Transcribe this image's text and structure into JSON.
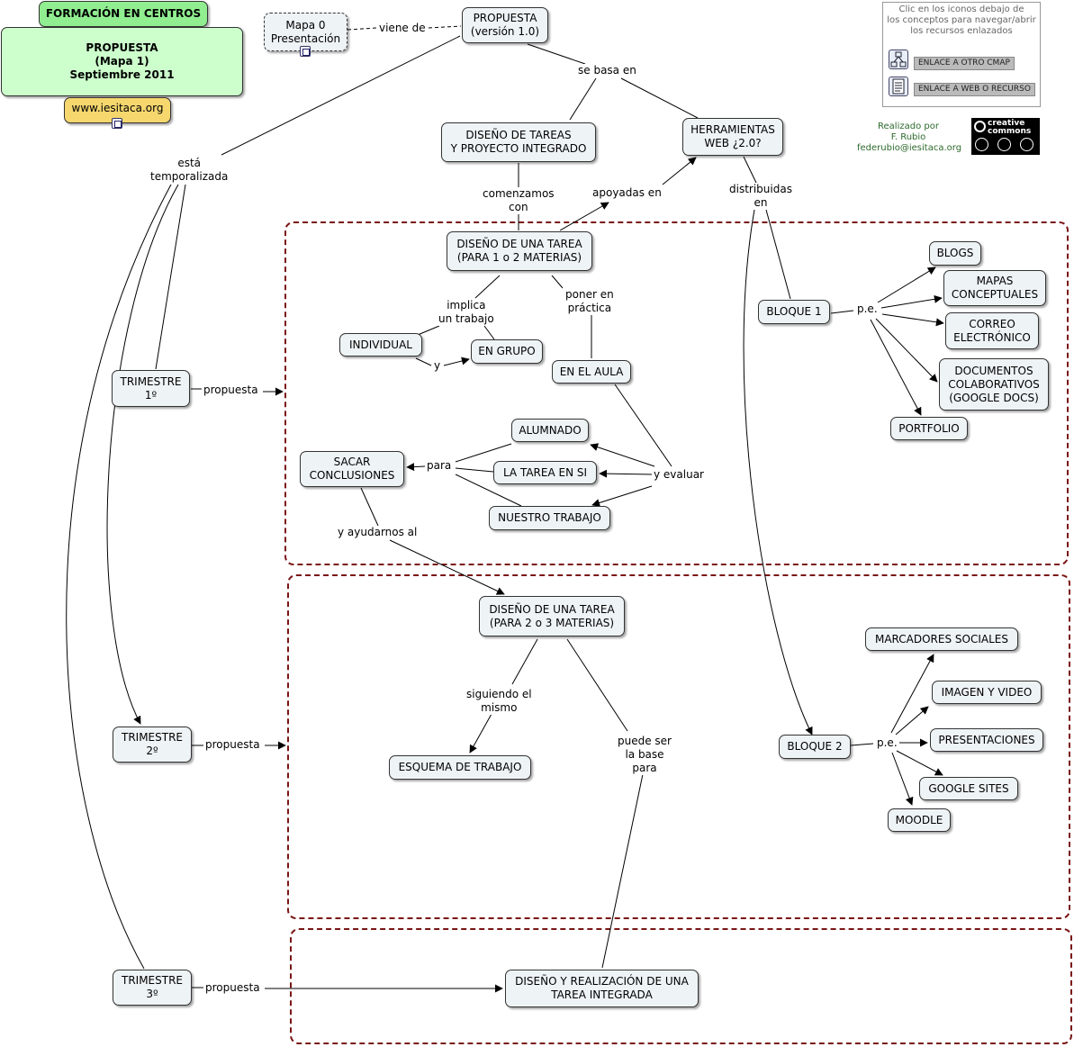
{
  "colors": {
    "region_border": "#7a1515",
    "node_fill": "#eef3f5",
    "title_fill": "#90ee90",
    "header_fill": "#ccffcc",
    "web_fill": "#f5d76e"
  },
  "header": {
    "title": "FORMACIÓN EN CENTROS",
    "proposal": "PROPUESTA\n(Mapa 1)\nSeptiembre 2011",
    "website": "www.iesitaca.org"
  },
  "legend": {
    "instructions": "Clic en los iconos debajo de\nlos conceptos para navegar/abrir\nlos recursos enlazados",
    "link_cmap": "ENLACE A OTRO CMAP",
    "link_web": "ENLACE A WEB O RECURSO",
    "icon_cmap": "cmap-link-icon",
    "icon_web": "web-resource-icon"
  },
  "credit": {
    "text": "Realizado por\nF. Rubio\nfederubio@iesitaca.org",
    "license": "creative\ncommons"
  },
  "nodes": {
    "mapa0": "Mapa 0\nPresentación",
    "propuesta": "PROPUESTA\n(versión 1.0)",
    "diseno_tareas": "DISEÑO DE TAREAS\nY PROYECTO INTEGRADO",
    "herramientas": "HERRAMIENTAS\nWEB ¿2.0?",
    "tarea12": "DISEÑO DE UNA TAREA\n(PARA 1 o 2 MATERIAS)",
    "individual": "INDIVIDUAL",
    "en_grupo": "EN GRUPO",
    "en_el_aula": "EN EL AULA",
    "alumnado": "ALUMNADO",
    "tarea_en_si": "LA TAREA EN SI",
    "nuestro_trabajo": "NUESTRO TRABAJO",
    "sacar": "SACAR\nCONCLUSIONES",
    "trimestre1": "TRIMESTRE\n1º",
    "trimestre2": "TRIMESTRE\n2º",
    "trimestre3": "TRIMESTRE\n3º",
    "bloque1": "BLOQUE 1",
    "blogs": "BLOGS",
    "mapas": "MAPAS\nCONCEPTUALES",
    "correo": "CORREO\nELECTRÓNICO",
    "documentos": "DOCUMENTOS\nCOLABORATIVOS\n(GOOGLE DOCS)",
    "portfolio": "PORTFOLIO",
    "tarea23": "DISEÑO DE UNA TAREA\n(PARA 2 o 3 MATERIAS)",
    "esquema": "ESQUEMA DE TRABAJO",
    "bloque2": "BLOQUE 2",
    "marcadores": "MARCADORES SOCIALES",
    "imagen_video": "IMAGEN Y VIDEO",
    "presentaciones": "PRESENTACIONES",
    "google_sites": "GOOGLE SITES",
    "moodle": "MOODLE",
    "integrada": "DISEÑO Y REALIZACIÓN DE UNA\nTAREA INTEGRADA"
  },
  "links": {
    "viene_de": "viene de",
    "se_basa_en": "se basa en",
    "temporalizada": "está\ntemporalizada",
    "comenzamos": "comenzamos\ncon",
    "apoyadas": "apoyadas en",
    "distribuidas": "distribuidas\nen",
    "implica": "implica\nun trabajo",
    "y": "y",
    "poner": "poner en\npráctica",
    "y_evaluar": "y evaluar",
    "para": "para",
    "ayudarnos": "y ayudarnos al",
    "propuesta1": "propuesta",
    "propuesta2": "propuesta",
    "propuesta3": "propuesta",
    "pe1": "p.e.",
    "pe2": "p.e.",
    "siguiendo": "siguiendo el\nmismo",
    "puede_ser": "puede ser\nla base\npara"
  }
}
